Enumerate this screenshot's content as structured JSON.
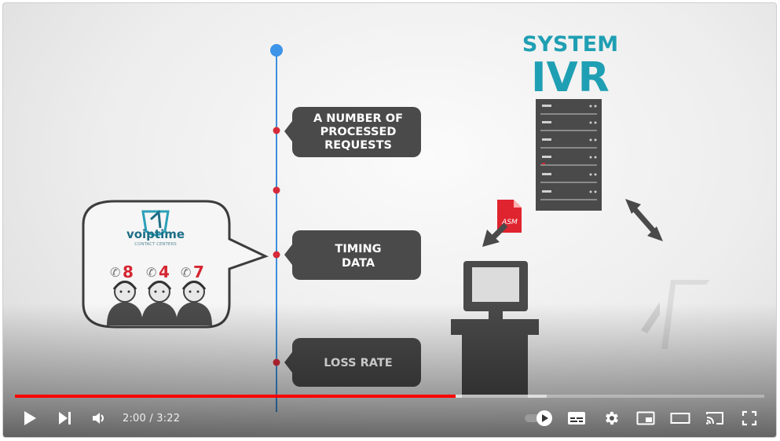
{
  "video": {
    "system_label": "SYSTEM",
    "ivr_label": "IVR",
    "asm_label": "ASM",
    "bubbles": [
      {
        "lines": [
          "A NUMBER OF",
          "PROCESSED",
          "REQUESTS"
        ]
      },
      {
        "lines": [
          "TIMING",
          "DATA"
        ]
      },
      {
        "lines": [
          "LOSS RATE"
        ]
      }
    ],
    "logo_name": "voiptime",
    "logo_sub": "CONTACT CENTERS",
    "agent_counts": [
      "8",
      "4",
      "7"
    ]
  },
  "player": {
    "current_time": "2:00",
    "duration": "3:22",
    "time_display": "2:00 / 3:22",
    "progress_fraction": 0.5876,
    "buffered_fraction": 0.71,
    "colors": {
      "progress": "#ff0000",
      "teal": "#1f9fb3",
      "bubble": "#4a4a4a",
      "timeline": "#3b8fdc"
    }
  }
}
